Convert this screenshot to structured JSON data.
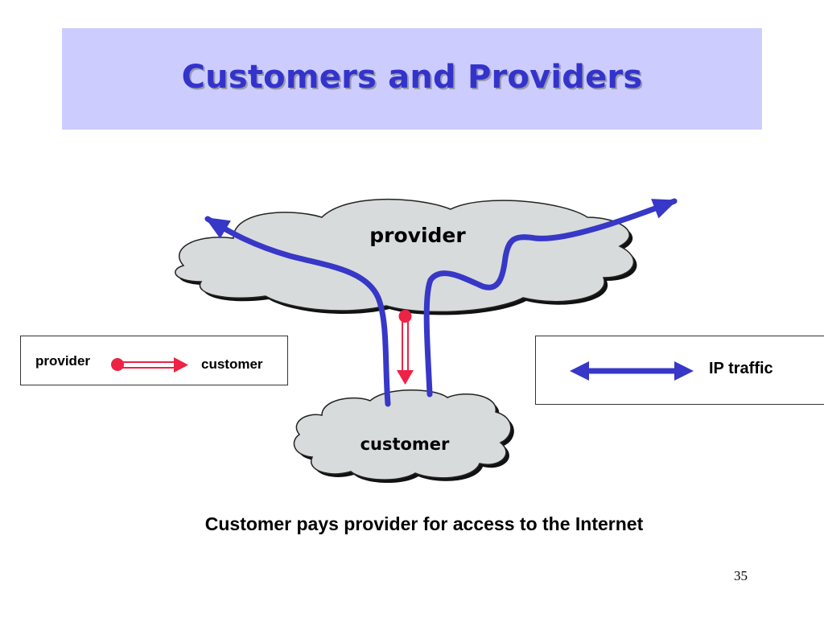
{
  "slide": {
    "title": "Customers and Providers",
    "caption": "Customer pays provider for access to the Internet",
    "page_number": "35"
  },
  "diagram": {
    "provider_cloud_label": "provider",
    "customer_cloud_label": "customer"
  },
  "legend": {
    "relationship": {
      "from_label": "provider",
      "to_label": "customer"
    },
    "traffic": {
      "label": "IP traffic"
    }
  },
  "colors": {
    "title_background": "#ccccff",
    "title_text": "#3333cc",
    "cloud_fill": "#d8dbdb",
    "traffic_arrow": "#3737c8",
    "relationship_arrow": "#ee2244"
  }
}
